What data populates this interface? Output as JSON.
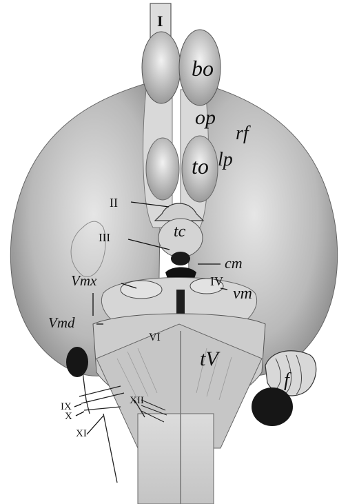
{
  "labels": {
    "I": "I",
    "bo": "bo",
    "op": "op",
    "rf": "rf",
    "to": "to",
    "lp": "lp",
    "II": "II",
    "tc": "tc",
    "III": "III",
    "cm": "cm",
    "Vmx": "Vmx",
    "IV": "IV",
    "vm": "vm",
    "Vmd": "Vmd",
    "VI": "VI",
    "tV": "tV",
    "f": "f",
    "XII": "XII",
    "IX": "IX",
    "X": "X",
    "XI": "XI"
  },
  "colors": {
    "background": "#ffffff",
    "tissue_light": "#e9e9e9",
    "tissue_mid": "#bdbdbd",
    "tissue_dark": "#6f6f6f",
    "ink": "#111111"
  }
}
